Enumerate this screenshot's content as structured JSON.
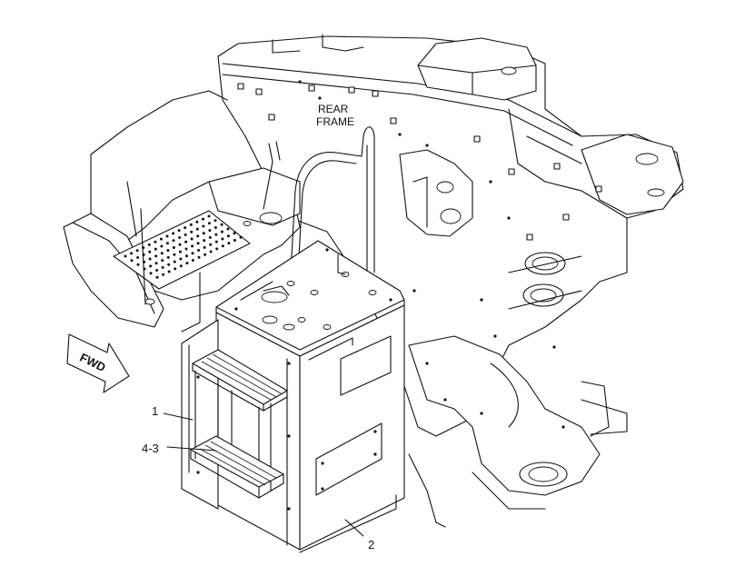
{
  "labels": {
    "rear_frame_line1": "REAR",
    "rear_frame_line2": "FRAME",
    "forward_arrow": "FWD"
  },
  "callouts": {
    "item_1": "1",
    "item_4_3": "4-3",
    "item_2": "2"
  }
}
